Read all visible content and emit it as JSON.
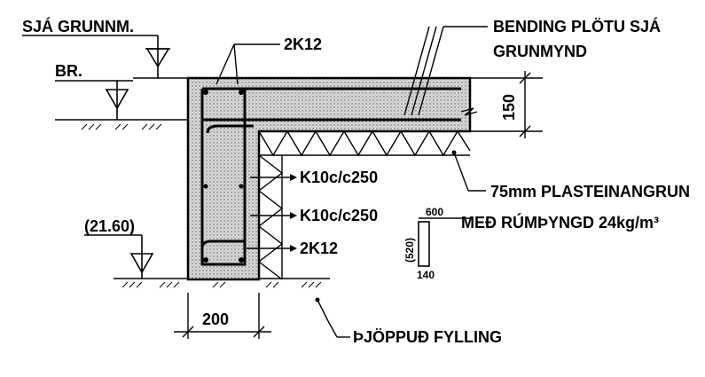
{
  "labels": {
    "grade_ref": "SJÁ GRUNNM.",
    "edge": "BR.",
    "level": "(21.60)",
    "rebar_top": "2K12",
    "rebar_bottom": "2K12",
    "stirrup_1": "K10c/c250",
    "stirrup_2": "K10c/c250",
    "slab_bending_line1": "BENDING PLÖTU SJÁ",
    "slab_bending_line2": "GRUNMYND",
    "slab_thickness": "150",
    "insulation_line1": "75mm PLASTEINANGRUN",
    "insulation_line2": "MEÐ RÚMÞYNGD 24kg/m³",
    "block_top": "600",
    "block_side": "(520)",
    "block_bottom": "140",
    "wall_width": "200",
    "fill": "ÞJÖPPUÐ FYLLING"
  },
  "colors": {
    "ink": "#000000",
    "concrete": "#cfcfcf",
    "background": "#ffffff"
  }
}
